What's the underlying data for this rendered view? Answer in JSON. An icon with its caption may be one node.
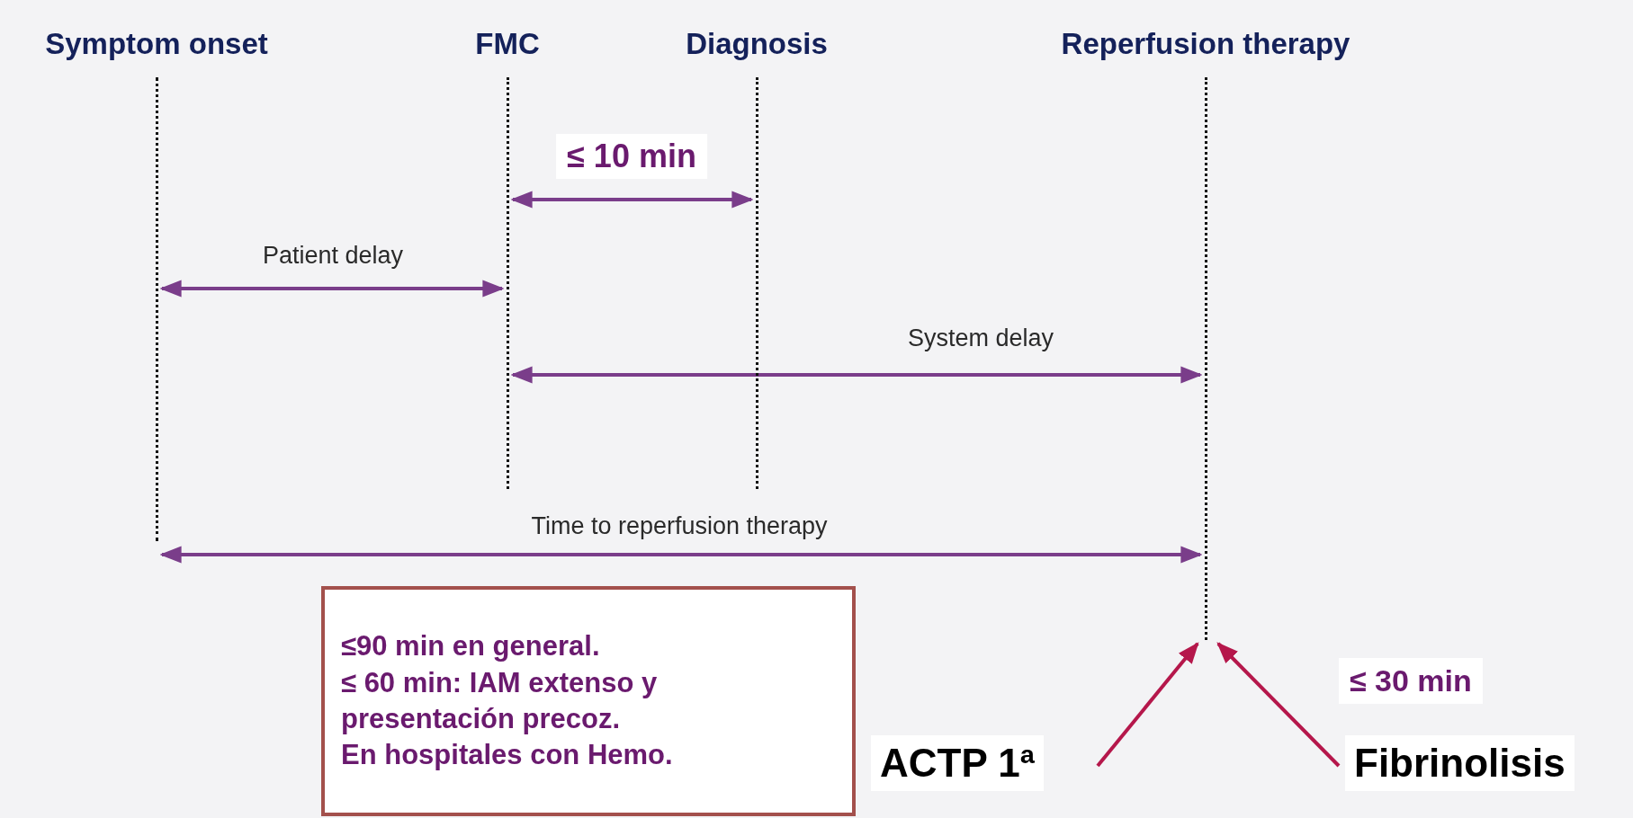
{
  "diagram": {
    "nodes": [
      {
        "text": [
          "Symptom onset"
        ]
      },
      {
        "text": [
          "FMC"
        ]
      },
      {
        "text": [
          "Diagnosis"
        ]
      },
      {
        "text": [
          "Reperfusion therapy"
        ]
      },
      {
        "text": [
          "≤90 min en general.",
          "≤ 60 min: IAM extenso y presentación precoz.",
          "En hospitales con Hemo."
        ]
      },
      {
        "text": [
          "ACTP 1ª"
        ]
      },
      {
        "text": [
          "Fibrinolisis"
        ]
      }
    ],
    "edges": [
      {
        "from": 1,
        "to": 2,
        "arrow": "both",
        "label": "≤ 10 min"
      },
      {
        "from": 0,
        "to": 1,
        "arrow": "both",
        "label": "Patient delay"
      },
      {
        "from": 1,
        "to": 3,
        "arrow": "both",
        "label": "System delay"
      },
      {
        "from": 0,
        "to": 3,
        "arrow": "both",
        "label": "Time to reperfusion therapy"
      },
      {
        "from": 5,
        "to": 3,
        "arrow": "to",
        "color": "#b5174b"
      },
      {
        "from": 6,
        "to": 3,
        "arrow": "to",
        "color": "#b5174b"
      }
    ],
    "labels": [
      "≤ 30 min"
    ]
  }
}
